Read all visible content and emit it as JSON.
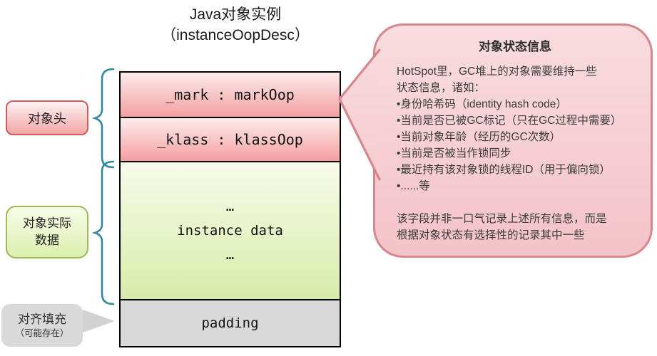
{
  "title": {
    "line1": "Java对象实例",
    "line2": "（instanceOopDesc）"
  },
  "memory_stack": {
    "mark_label": "_mark : markOop",
    "klass_label": "_klass : klassOop",
    "instance_ellipsis_top": "…",
    "instance_label": "instance data",
    "instance_ellipsis_bottom": "…",
    "padding_label": "padding"
  },
  "left_labels": {
    "object_header": "对象头",
    "instance_line1": "对象实际",
    "instance_line2": "数据",
    "padding_line1": "对齐填充",
    "padding_line2": "（可能存在）"
  },
  "callout": {
    "title": "对象状态信息",
    "intro_line1": "HotSpot里，GC堆上的对象需要维持一些",
    "intro_line2": "状态信息，诸如：",
    "bullets": [
      "•身份哈希码（identity hash code）",
      "•当前是否已被GC标记（只在GC过程中需要）",
      "•当前对象年龄（经历的GC次数）",
      "•当前是否被当作锁同步",
      "•最近持有该对象锁的线程ID（用于偏向锁）",
      "•......等"
    ],
    "footer_line1": "该字段并非一口气记录上述所有信息，而是",
    "footer_line2": "根据对象状态有选择性的记录其中一些"
  },
  "colors": {
    "header_fill": "#f49fa1",
    "header_border": "#cf5c5c",
    "instance_fill": "#d8ecaa",
    "instance_border": "#9cb959",
    "padding_fill": "#d9d9d9",
    "callout_fill": "#f6ced3",
    "callout_border": "#d8868d",
    "brace_stroke": "#35879e",
    "box_border": "#000000"
  }
}
